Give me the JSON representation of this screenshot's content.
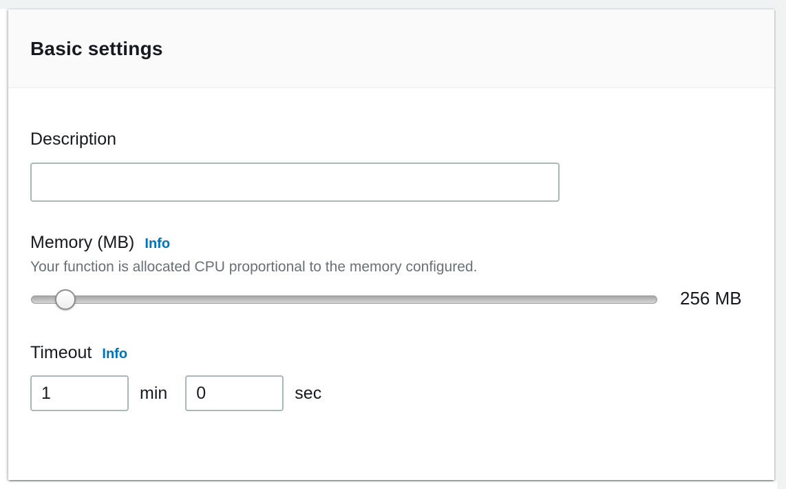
{
  "panel": {
    "title": "Basic settings"
  },
  "description": {
    "label": "Description",
    "value": "",
    "placeholder": ""
  },
  "memory": {
    "label": "Memory (MB)",
    "info_label": "Info",
    "helper": "Your function is allocated CPU proportional to the memory configured.",
    "value_display": "256 MB",
    "slider_percent": 5.5
  },
  "timeout": {
    "label": "Timeout",
    "info_label": "Info",
    "minutes": {
      "value": "1",
      "unit": "min"
    },
    "seconds": {
      "value": "0",
      "unit": "sec"
    }
  },
  "colors": {
    "link_blue": "#0073bb",
    "heading_text": "#16191f",
    "helper_gray": "#687078",
    "input_border": "#aab7b8",
    "header_bg": "#fafafa",
    "divider": "#eaeded",
    "page_gray": "#eff3f3"
  }
}
